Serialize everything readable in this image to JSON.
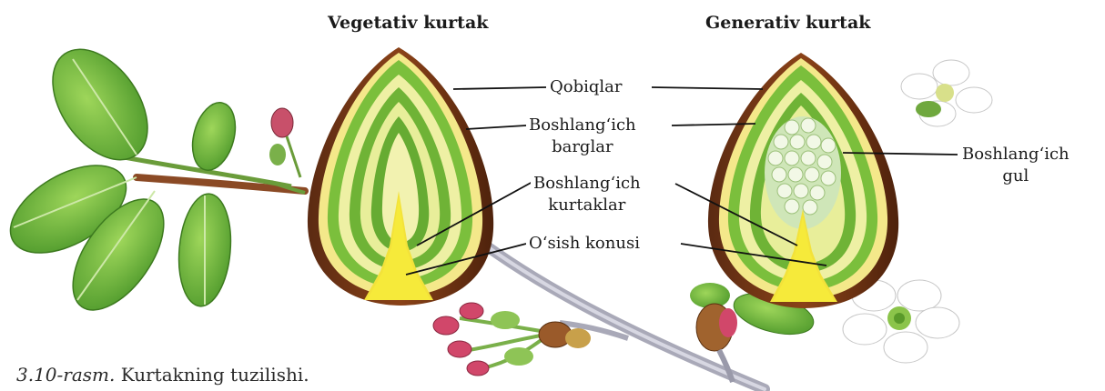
{
  "titles": {
    "vegetative": "Vegetativ kurtak",
    "generative": "Generativ kurtak"
  },
  "labels": {
    "scales": "Qobiqlar",
    "leaf_primordia": "Boshlang‘ich\nbarglar",
    "bud_primordia": "Boshlang‘ich\nkurtaklar",
    "growth_cone": "O‘sish konusi",
    "flower_primordium": "Boshlang‘ich\ngul"
  },
  "caption": {
    "number": "3.10-rasm.",
    "text": "Kurtakning tuzilishi."
  }
}
